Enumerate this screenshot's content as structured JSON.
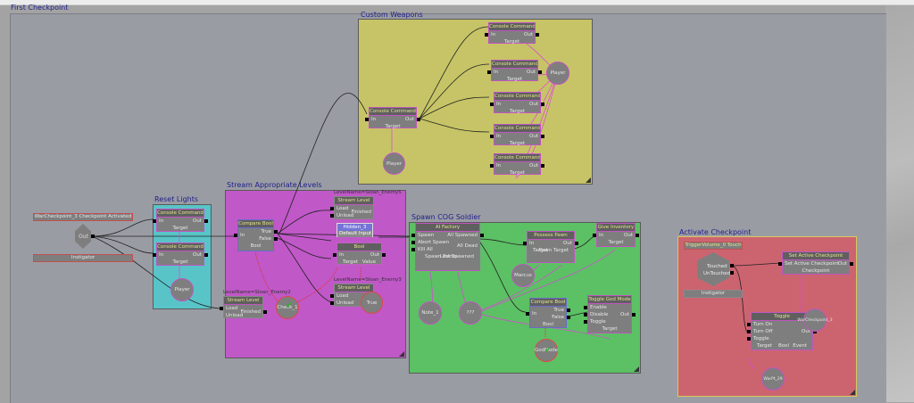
{
  "root_sequence": {
    "title": "First Checkpoint"
  },
  "colors": {
    "root_bg": "#9a9ca4",
    "custom_weapons": "#c6c466",
    "reset_lights": "#58c4c8",
    "stream_levels": "#c058c8",
    "spawn_cog": "#5cc064",
    "activate_checkpoint": "#cc6470",
    "node_body": "#7e7e7e",
    "node_header": "#5f5f5f",
    "var_link": "#e040e0",
    "bool_link": "#e03030"
  },
  "groups": {
    "custom_weapons": {
      "title": "Custom Weapons"
    },
    "reset_lights": {
      "title": "Reset Lights"
    },
    "stream_levels": {
      "title": "Stream Appropriate Levels"
    },
    "spawn_cog": {
      "title": "Spawn COG Soldier"
    },
    "activate_checkpoint": {
      "title": "Activate Checkpoint"
    }
  },
  "event": {
    "title": "WarCheckpoint_3 Checkpoint Activated",
    "out": "Out",
    "instigator": "Instigator"
  },
  "console_command": {
    "title": "Console Command",
    "in": "In",
    "out": "Out",
    "target": "Target"
  },
  "player_var": "Player",
  "compare_bool": {
    "title": "Compare Bool",
    "in": "In",
    "true": "True",
    "false": "False",
    "bool": "Bool"
  },
  "stream_level": {
    "title": "Stream Level",
    "load": "Load",
    "unload": "Unload",
    "finished": "Finished"
  },
  "stream_level_captions": [
    "LevelName=Sloan_Enemy5",
    "LevelName=Sloan_Enemy2",
    "LevelName=Sloan_Enemy3"
  ],
  "hidden_node": {
    "title": "Hidden_3",
    "input": "Default Input"
  },
  "bool_node": {
    "title": "Bool",
    "in": "In",
    "out": "Out",
    "target": "Target",
    "value": "Value"
  },
  "check_var": "Check_1",
  "true_var": "True",
  "ai_factory": {
    "title": "AI Factory",
    "inputs": [
      "Spawn",
      "Abort Spawn",
      "Kill All"
    ],
    "outputs": [
      "All Spawned",
      "All Dead"
    ],
    "vars": [
      "Spawn Points",
      "Last Spawned"
    ]
  },
  "possess_pawn": {
    "title": "Possess Pawn",
    "in": "In",
    "out": "Out",
    "target": "Target",
    "pawn_target": "Pawn Target"
  },
  "give_inventory": {
    "title": "Give Inventory",
    "in": "In",
    "out": "Out",
    "target": "Target"
  },
  "marcus_var": "Marcus",
  "note_var": "Note_1",
  "unknown_var": "???",
  "godmode_var": "GodMode",
  "toggle_god_mode": {
    "title": "Toggle God Mode",
    "inputs": [
      "Enable",
      "Disable",
      "Toggle"
    ],
    "out": "Out",
    "target": "Target"
  },
  "trigger_event": {
    "title": "TriggerVolume_0 Touch",
    "outputs": [
      "Touched",
      "UnTouched"
    ],
    "instigator": "Instigator"
  },
  "set_active_checkpoint": {
    "title": "Set Active Checkpoint",
    "in": "Set Active Checkpoint",
    "out": "Out",
    "checkpoint": "Checkpoint"
  },
  "toggle": {
    "title": "Toggle",
    "inputs": [
      "Turn On",
      "Turn Off",
      "Toggle"
    ],
    "out": "Out",
    "vars": [
      "Target",
      "Bool",
      "Event"
    ]
  },
  "warcheckpoint_var": "WarCheckpoint_3",
  "warpt_var": "WarPt_29"
}
